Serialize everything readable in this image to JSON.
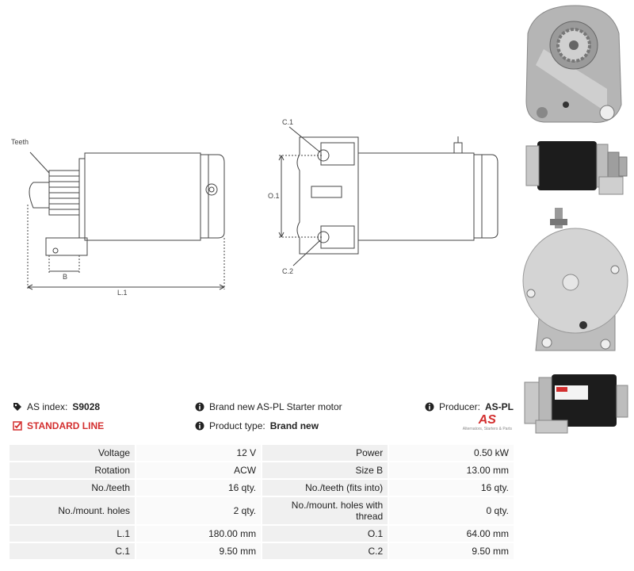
{
  "diagram_labels": {
    "teeth": "Teeth",
    "b": "B",
    "l1": "L.1",
    "c1": "C.1",
    "o1": "O.1",
    "c2": "C.2"
  },
  "info": {
    "as_index_label": "AS index:",
    "as_index_value": "S9028",
    "line": "STANDARD LINE",
    "description": "Brand new AS-PL Starter motor",
    "product_type_label": "Product type:",
    "product_type_value": "Brand new",
    "producer_label": "Producer:",
    "producer_value": "AS-PL",
    "logo_text": "AS",
    "logo_tagline": "Alternators, Starters & Parts"
  },
  "specs": [
    {
      "l1": "Voltage",
      "v1": "12 V",
      "l2": "Power",
      "v2": "0.50 kW"
    },
    {
      "l1": "Rotation",
      "v1": "ACW",
      "l2": "Size B",
      "v2": "13.00 mm"
    },
    {
      "l1": "No./teeth",
      "v1": "16 qty.",
      "l2": "No./teeth (fits into)",
      "v2": "16 qty."
    },
    {
      "l1": "No./mount. holes",
      "v1": "2 qty.",
      "l2": "No./mount. holes with thread",
      "v2": "0 qty."
    },
    {
      "l1": "L.1",
      "v1": "180.00 mm",
      "l2": "O.1",
      "v2": "64.00 mm"
    },
    {
      "l1": "C.1",
      "v1": "9.50 mm",
      "l2": "C.2",
      "v2": "9.50 mm"
    }
  ],
  "colors": {
    "accent_red": "#d32f2f",
    "motor_black": "#1c1c1c",
    "motor_silver": "#c8c8c8"
  }
}
